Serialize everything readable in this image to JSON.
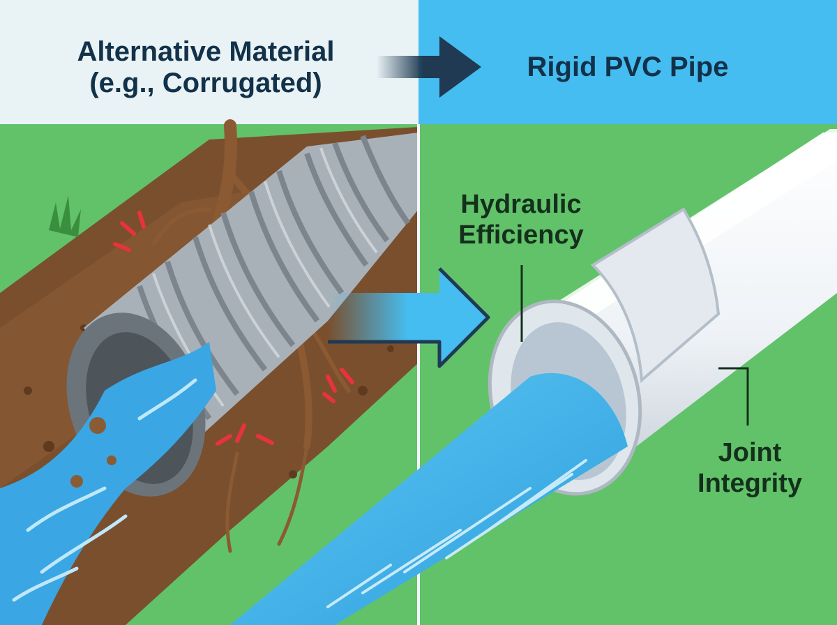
{
  "header": {
    "left_title_line1": "Alternative Material",
    "left_title_line2": "(e.g., Corrugated)",
    "right_title": "Rigid PVC Pipe"
  },
  "callouts": {
    "hydraulic_line1": "Hydraulic",
    "hydraulic_line2": "Efficiency",
    "joint_line1": "Joint",
    "joint_line2": "Integrity"
  },
  "colors": {
    "header_left_bg": "#e9f2f5",
    "header_right_bg": "#45bdf0",
    "grass": "#62c26a",
    "soil": "#7a4f2e",
    "corrugated_pipe": "#a9b1b8",
    "pvc_pipe": "#f4f7fa",
    "water": "#44b6ee",
    "arrow": "#1f3a52",
    "damage_marks": "#e8333a",
    "text": "#12324a"
  }
}
